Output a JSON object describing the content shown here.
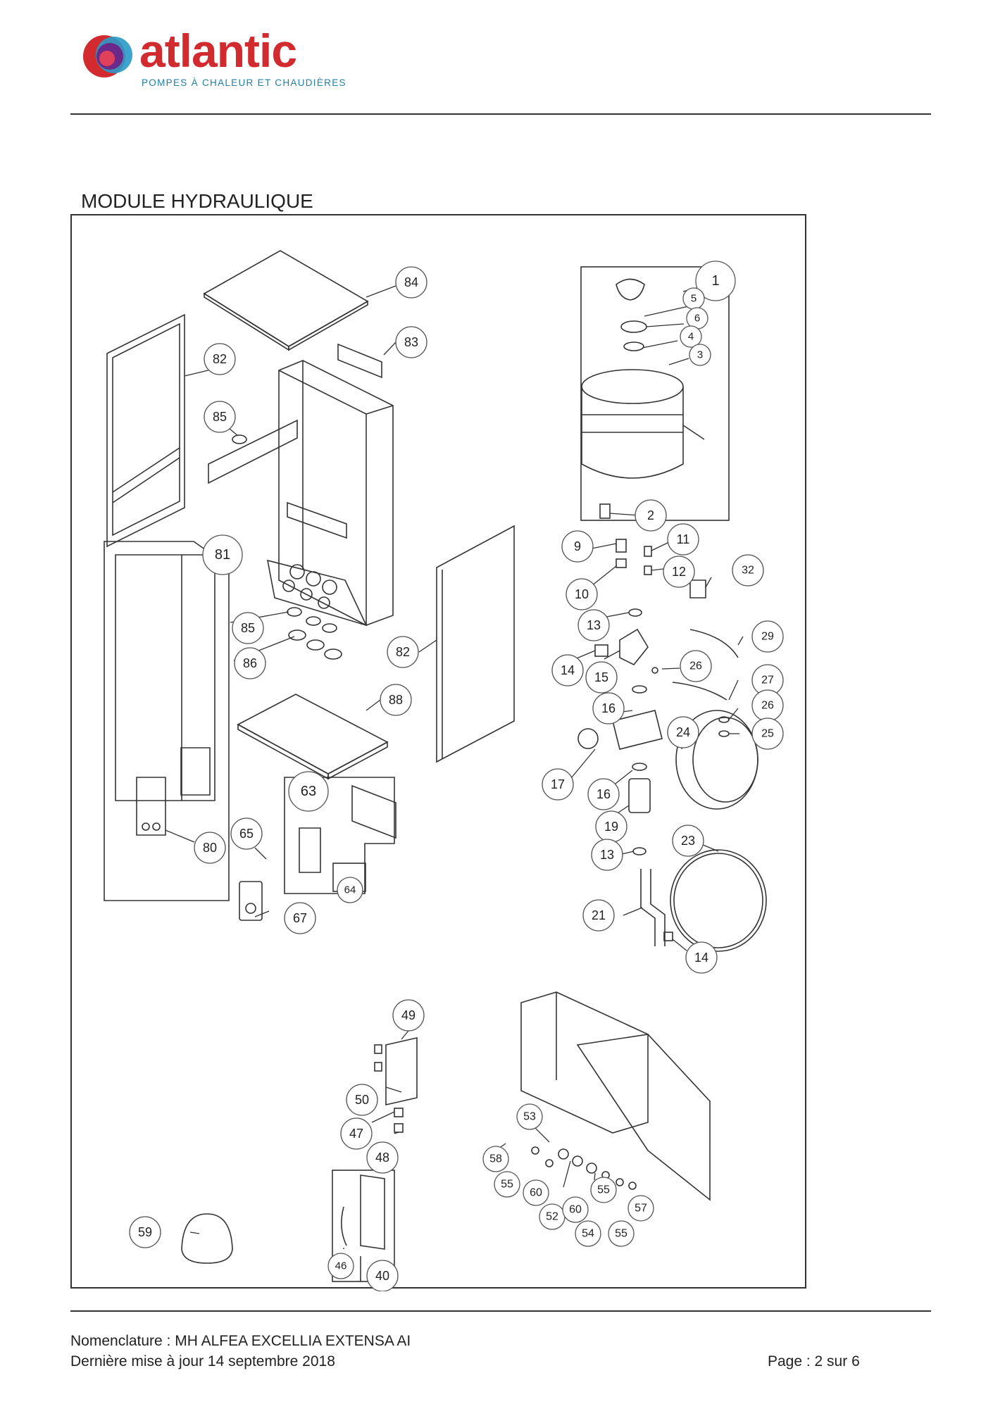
{
  "brand": {
    "name": "atlantic",
    "tagline": "POMPES À CHALEUR ET CHAUDIÈRES",
    "colors": {
      "red": "#d12a2f",
      "blue": "#1f7fa6",
      "purple": "#6b2a8a"
    }
  },
  "section_title": "MODULE HYDRAULIQUE",
  "parts": [
    {
      "id": "c84",
      "label": "84"
    },
    {
      "id": "c83",
      "label": "83"
    },
    {
      "id": "c82a",
      "label": "82"
    },
    {
      "id": "c85a",
      "label": "85"
    },
    {
      "id": "c81",
      "label": "81"
    },
    {
      "id": "c85b",
      "label": "85"
    },
    {
      "id": "c86",
      "label": "86"
    },
    {
      "id": "c82b",
      "label": "82"
    },
    {
      "id": "c88",
      "label": "88"
    },
    {
      "id": "c63",
      "label": "63"
    },
    {
      "id": "c80",
      "label": "80"
    },
    {
      "id": "c65",
      "label": "65"
    },
    {
      "id": "c64",
      "label": "64"
    },
    {
      "id": "c67",
      "label": "67"
    },
    {
      "id": "c1",
      "label": "1"
    },
    {
      "id": "c5",
      "label": "5"
    },
    {
      "id": "c6",
      "label": "6"
    },
    {
      "id": "c4",
      "label": "4"
    },
    {
      "id": "c3",
      "label": "3"
    },
    {
      "id": "c2",
      "label": "2"
    },
    {
      "id": "c9",
      "label": "9"
    },
    {
      "id": "c11",
      "label": "11"
    },
    {
      "id": "c10",
      "label": "10"
    },
    {
      "id": "c12",
      "label": "12"
    },
    {
      "id": "c32",
      "label": "32"
    },
    {
      "id": "c13a",
      "label": "13"
    },
    {
      "id": "c29",
      "label": "29"
    },
    {
      "id": "c14a",
      "label": "14"
    },
    {
      "id": "c15",
      "label": "15"
    },
    {
      "id": "c26a",
      "label": "26"
    },
    {
      "id": "c27",
      "label": "27"
    },
    {
      "id": "c26b",
      "label": "26"
    },
    {
      "id": "c25",
      "label": "25"
    },
    {
      "id": "c16a",
      "label": "16"
    },
    {
      "id": "c24",
      "label": "24"
    },
    {
      "id": "c17",
      "label": "17"
    },
    {
      "id": "c16b",
      "label": "16"
    },
    {
      "id": "c19",
      "label": "19"
    },
    {
      "id": "c23",
      "label": "23"
    },
    {
      "id": "c13b",
      "label": "13"
    },
    {
      "id": "c21",
      "label": "21"
    },
    {
      "id": "c14b",
      "label": "14"
    },
    {
      "id": "c49",
      "label": "49"
    },
    {
      "id": "c50",
      "label": "50"
    },
    {
      "id": "c47",
      "label": "47"
    },
    {
      "id": "c48",
      "label": "48"
    },
    {
      "id": "c59",
      "label": "59"
    },
    {
      "id": "c46",
      "label": "46"
    },
    {
      "id": "c40",
      "label": "40"
    },
    {
      "id": "c53",
      "label": "53"
    },
    {
      "id": "c58",
      "label": "58"
    },
    {
      "id": "c55a",
      "label": "55"
    },
    {
      "id": "c60a",
      "label": "60"
    },
    {
      "id": "c52",
      "label": "52"
    },
    {
      "id": "c60b",
      "label": "60"
    },
    {
      "id": "c55b",
      "label": "55"
    },
    {
      "id": "c57",
      "label": "57"
    },
    {
      "id": "c54",
      "label": "54"
    },
    {
      "id": "c55c",
      "label": "55"
    }
  ],
  "footer": {
    "line1": "Nomenclature : MH ALFEA EXCELLIA EXTENSA AI",
    "line2": "Dernière mise à jour 14 septembre 2018",
    "page": "Page : 2 sur 6"
  }
}
